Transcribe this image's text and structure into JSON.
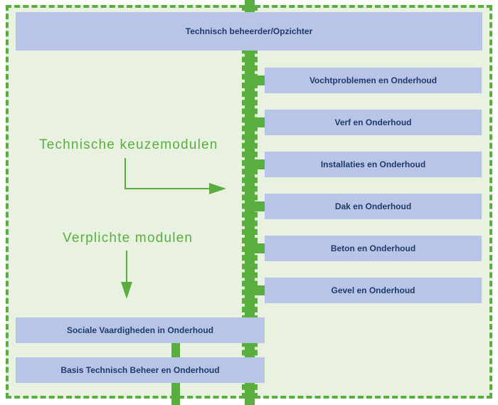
{
  "top_box": "Technisch beheerder/Opzichter",
  "right_modules": [
    "Vochtproblemen en Onderhoud",
    "Verf en Onderhoud",
    "Installaties en Onderhoud",
    "Dak en Onderhoud",
    "Beton en Onderhoud",
    "Gevel en Onderhoud"
  ],
  "bottom_modules": [
    "Sociale Vaardigheden in Onderhoud",
    "Basis Technisch Beheer en Onderhoud"
  ],
  "labels": {
    "technical": "Technische keuzemodulen",
    "mandatory": "Verplichte modulen"
  },
  "colors": {
    "green": "#5aae3f",
    "panel": "#e9f2e1",
    "box": "#b8c5e6",
    "text": "#1f3b6b"
  }
}
